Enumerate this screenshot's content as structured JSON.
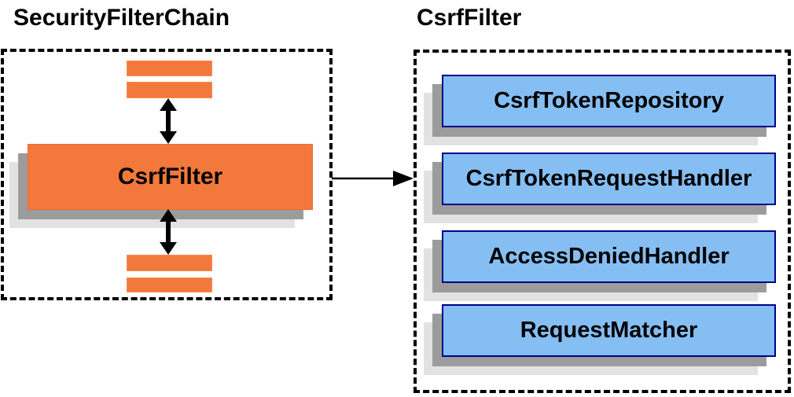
{
  "left_panel": {
    "title": "SecurityFilterChain",
    "filter_card_label": "CsrfFilter",
    "placeholder_bar_count": 4
  },
  "right_panel": {
    "title": "CsrfFilter",
    "items": [
      {
        "label": "CsrfTokenRepository"
      },
      {
        "label": "CsrfTokenRequestHandler"
      },
      {
        "label": "AccessDeniedHandler"
      },
      {
        "label": "RequestMatcher"
      }
    ]
  },
  "icons": {
    "bidirectional_arrow": "vertical double-headed arrow ↕",
    "right_arrow": "horizontal arrow →"
  },
  "colors": {
    "background": "#FFFFFF",
    "accent_orange": "#F2783C",
    "card_blue": "#85BEF2",
    "card_border_blue": "#00008B",
    "shadow_dark": "#9C9C9C",
    "shadow_light": "#E2E2E2",
    "dashed_border": "#000000",
    "text": "#000000"
  }
}
